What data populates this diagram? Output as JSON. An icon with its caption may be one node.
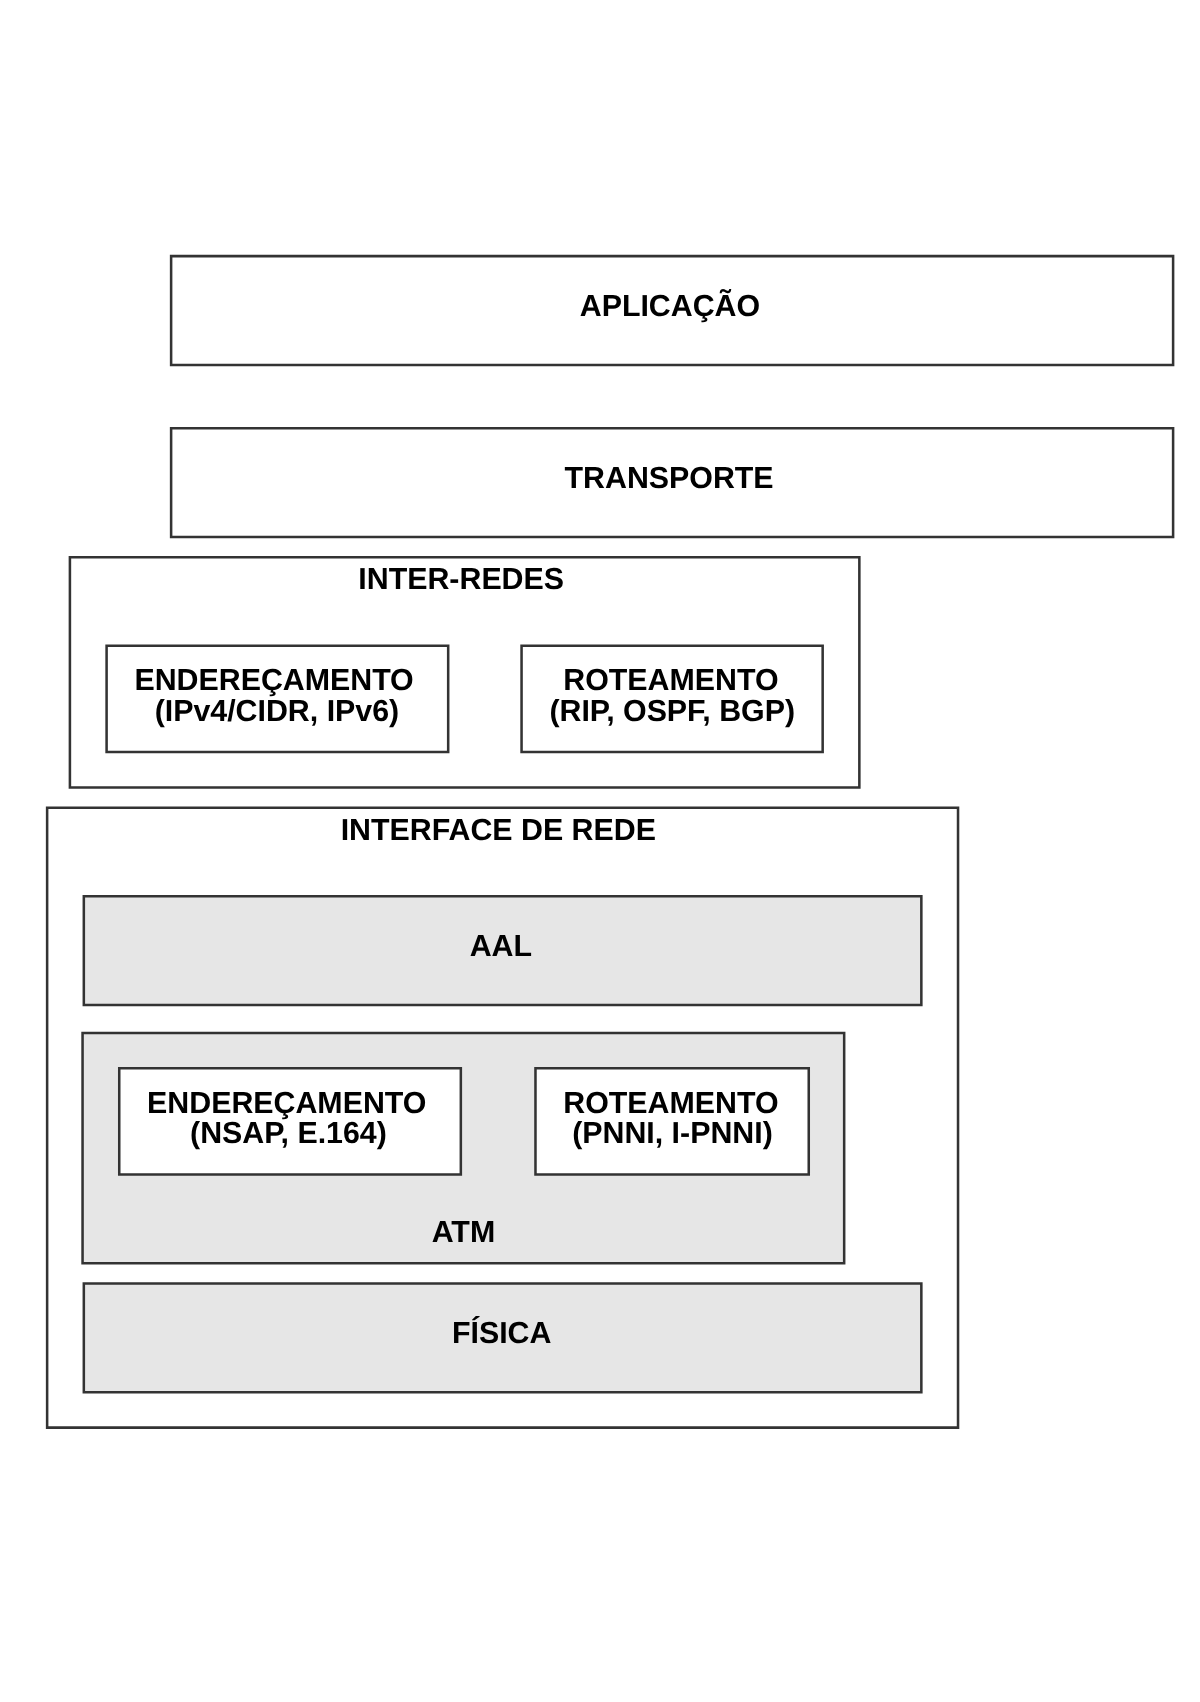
{
  "diagram": {
    "nodes": [
      {
        "text": [
          "APLICAÇÃO"
        ]
      },
      {
        "text": [
          "TRANSPORTE"
        ]
      },
      {
        "text": [
          "INTER-REDES"
        ]
      },
      {
        "text": [
          "ROTEAMENTO",
          "(RIP, OSPF, BGP)"
        ],
        "in": 2
      },
      {
        "text": [
          "ENDEREÇAMENTO",
          "(IPv4/CIDR, IPv6)"
        ],
        "in": 2
      },
      {
        "text": [
          "INTERFACE DE REDE"
        ]
      },
      {
        "text": [
          "AAL"
        ],
        "in": 5
      },
      {
        "text": [
          "ATM"
        ],
        "in": 5
      },
      {
        "text": [
          "ROTEAMENTO",
          "(PNNI, I-PNNI)"
        ],
        "in": 7
      },
      {
        "text": [
          "ENDEREÇAMENTO",
          "(NSAP, E.164)"
        ],
        "in": 7
      },
      {
        "text": [
          "FÍSICA"
        ],
        "in": 5
      }
    ],
    "edges": []
  }
}
